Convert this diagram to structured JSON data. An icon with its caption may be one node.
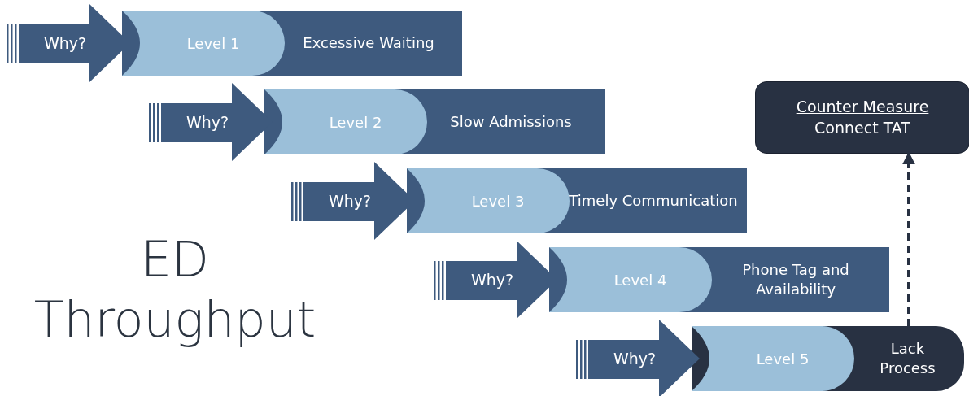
{
  "diagram": {
    "title": "ED Throughput",
    "nodes": [
      {
        "text": [
          "Why?"
        ]
      },
      {
        "text": [
          "Excessive Waiting"
        ]
      },
      {
        "text": [
          "Level 1"
        ],
        "in": 1
      },
      {
        "text": [
          "Why?"
        ]
      },
      {
        "text": [
          "Slow Admissions"
        ]
      },
      {
        "text": [
          "Level 2"
        ],
        "in": 4
      },
      {
        "text": [
          "Why?"
        ]
      },
      {
        "text": [
          "Timely Communication"
        ]
      },
      {
        "text": [
          "Level 3"
        ],
        "in": 7
      },
      {
        "text": [
          "Why?"
        ]
      },
      {
        "text": [
          "Phone Tag and Availability"
        ]
      },
      {
        "text": [
          "Level 4"
        ],
        "in": 10
      },
      {
        "text": [
          "Why?"
        ]
      },
      {
        "text": [
          "Lack Process"
        ]
      },
      {
        "text": [
          "Level 5"
        ],
        "in": 13
      },
      {
        "text": [
          "Counter Measure",
          "Connect TAT"
        ]
      }
    ],
    "edges": [
      {
        "from": 13,
        "to": 15,
        "arrow": "to",
        "style": "dashed"
      }
    ]
  }
}
